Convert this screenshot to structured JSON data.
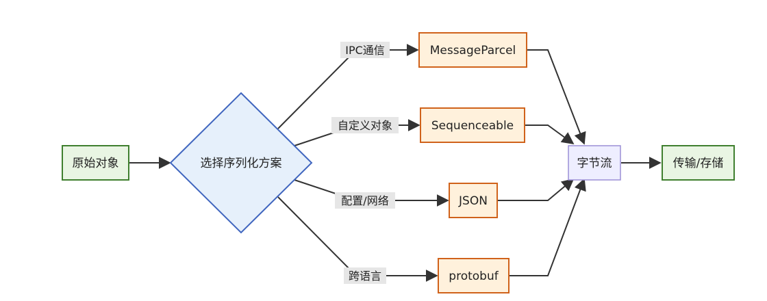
{
  "diagram": {
    "nodes": {
      "source": {
        "label": "原始对象",
        "fill": "#e9f5e3",
        "stroke": "#3f7f2e"
      },
      "decision": {
        "label": "选择序列化方案",
        "fill": "#e6f0fb",
        "stroke": "#4066bf"
      },
      "messageparcel": {
        "label": "MessageParcel",
        "fill": "#fff1dc",
        "stroke": "#d0621a"
      },
      "sequenceable": {
        "label": "Sequenceable",
        "fill": "#fff1dc",
        "stroke": "#d0621a"
      },
      "json": {
        "label": "JSON",
        "fill": "#fff1dc",
        "stroke": "#d0621a"
      },
      "protobuf": {
        "label": "protobuf",
        "fill": "#fff1dc",
        "stroke": "#d0621a"
      },
      "bytestream": {
        "label": "字节流",
        "fill": "#eeeeff",
        "stroke": "#9b8fd6"
      },
      "target": {
        "label": "传输/存储",
        "fill": "#e9f5e3",
        "stroke": "#3f7f2e"
      }
    },
    "edge_labels": {
      "ipc": "IPC通信",
      "custom": "自定义对象",
      "config": "配置/网络",
      "cross": "跨语言"
    },
    "colors": {
      "edge": "#333333",
      "edge_label_bg": "#e6e6e6"
    }
  }
}
